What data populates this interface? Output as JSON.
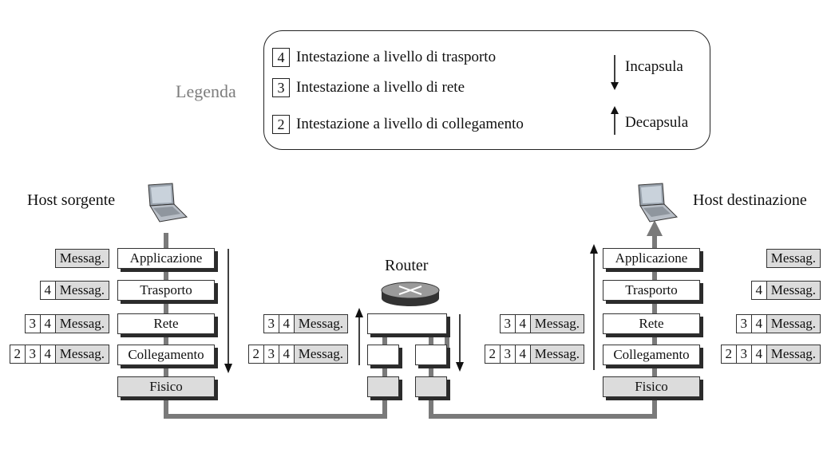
{
  "legend": {
    "title": "Legenda",
    "items": [
      {
        "num": "4",
        "text": "Intestazione a livello di trasporto"
      },
      {
        "num": "3",
        "text": "Intestazione a livello di rete"
      },
      {
        "num": "2",
        "text": "Intestazione a livello di collegamento"
      }
    ],
    "encapsulate": "Incapsula",
    "decapsulate": "Decapsula"
  },
  "source": {
    "label": "Host sorgente",
    "layers": [
      "Applicazione",
      "Trasporto",
      "Rete",
      "Collegamento",
      "Fisico"
    ],
    "packets": [
      {
        "headers": [],
        "msg": "Messag."
      },
      {
        "headers": [
          "4"
        ],
        "msg": "Messag."
      },
      {
        "headers": [
          "3",
          "4"
        ],
        "msg": "Messag."
      },
      {
        "headers": [
          "2",
          "3",
          "4"
        ],
        "msg": "Messag."
      }
    ]
  },
  "router": {
    "label": "Router",
    "left_packets": [
      {
        "headers": [
          "3",
          "4"
        ],
        "msg": "Messag."
      },
      {
        "headers": [
          "2",
          "3",
          "4"
        ],
        "msg": "Messag."
      }
    ],
    "right_packets": [
      {
        "headers": [
          "3",
          "4"
        ],
        "msg": "Messag."
      },
      {
        "headers": [
          "2",
          "3",
          "4"
        ],
        "msg": "Messag."
      }
    ]
  },
  "destination": {
    "label": "Host destinazione",
    "layers": [
      "Applicazione",
      "Trasporto",
      "Rete",
      "Collegamento",
      "Fisico"
    ],
    "packets": [
      {
        "headers": [],
        "msg": "Messag."
      },
      {
        "headers": [
          "4"
        ],
        "msg": "Messag."
      },
      {
        "headers": [
          "3",
          "4"
        ],
        "msg": "Messag."
      },
      {
        "headers": [
          "2",
          "3",
          "4"
        ],
        "msg": "Messag."
      }
    ]
  },
  "colors": {
    "path": "#7a7a7a",
    "shaded": "#dcdcdc"
  }
}
